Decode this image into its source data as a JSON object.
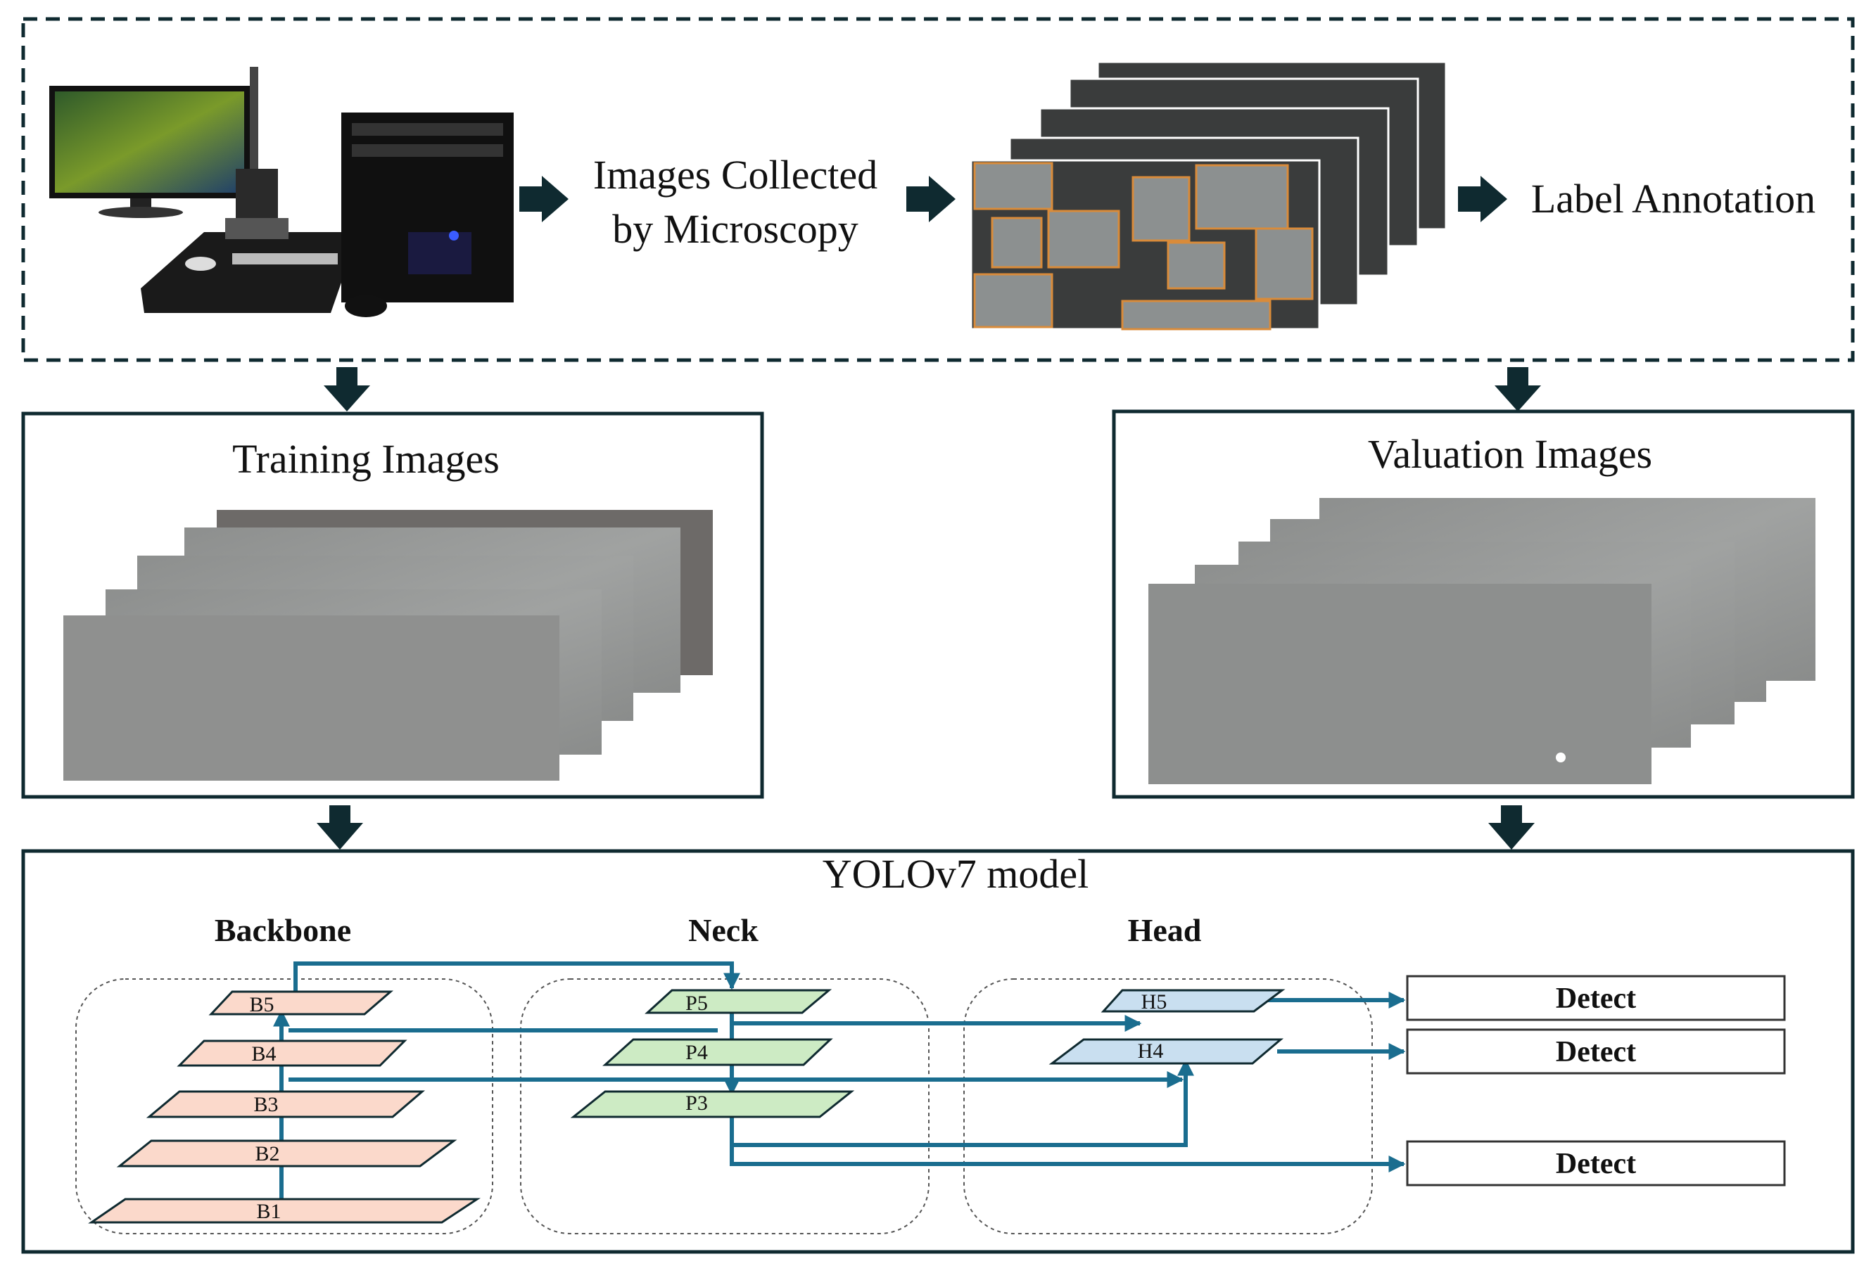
{
  "top": {
    "collect_label_line1": "Images Collected",
    "collect_label_line2": "by Microscopy",
    "annotation_label": "Label Annotation"
  },
  "training": {
    "title": "Training Images"
  },
  "valuation": {
    "title": "Valuation Images"
  },
  "model": {
    "title": "YOLOv7 model",
    "backbone": {
      "title": "Backbone",
      "layers": [
        "B5",
        "B4",
        "B3",
        "B2",
        "B1"
      ]
    },
    "neck": {
      "title": "Neck",
      "layers": [
        "P5",
        "P4",
        "P3"
      ]
    },
    "head": {
      "title": "Head",
      "layers": [
        "H5",
        "H4"
      ]
    },
    "outputs": [
      "Detect",
      "Detect",
      "Detect"
    ]
  },
  "colors": {
    "backbone_fill": "#fbd9cb",
    "neck_fill": "#cdebc4",
    "head_fill": "#c9dff0",
    "connector": "#1a6d8f",
    "border": "#0f2a30"
  },
  "icons": [
    "arrow-right-icon",
    "arrow-down-icon",
    "microscope-workstation-icon"
  ]
}
